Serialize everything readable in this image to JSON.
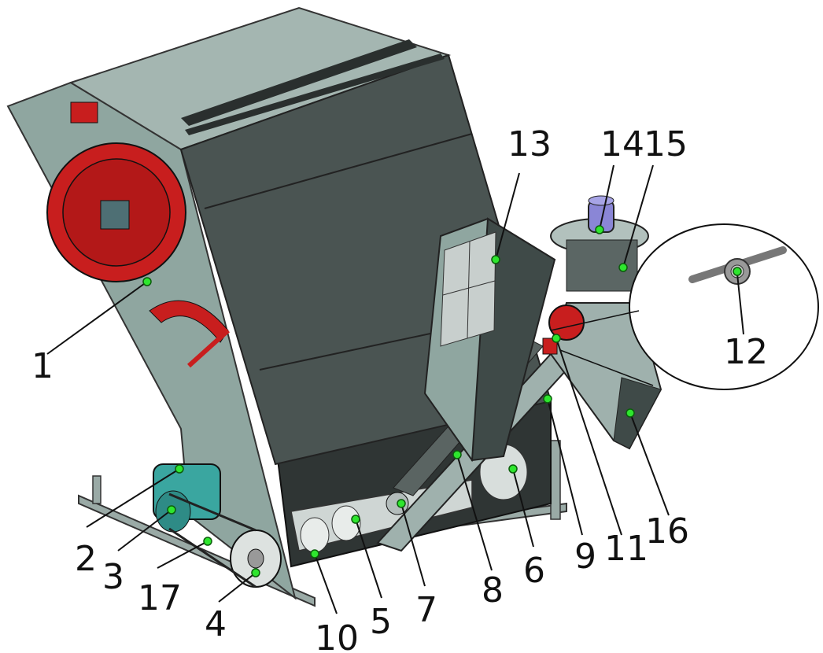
{
  "callouts": [
    {
      "id": "1",
      "label": "1"
    },
    {
      "id": "2",
      "label": "2"
    },
    {
      "id": "3",
      "label": "3"
    },
    {
      "id": "4",
      "label": "4"
    },
    {
      "id": "5",
      "label": "5"
    },
    {
      "id": "6",
      "label": "6"
    },
    {
      "id": "7",
      "label": "7"
    },
    {
      "id": "8",
      "label": "8"
    },
    {
      "id": "9",
      "label": "9"
    },
    {
      "id": "10",
      "label": "10"
    },
    {
      "id": "11",
      "label": "11"
    },
    {
      "id": "12",
      "label": "12"
    },
    {
      "id": "13",
      "label": "13"
    },
    {
      "id": "14",
      "label": "14"
    },
    {
      "id": "15",
      "label": "15"
    },
    {
      "id": "16",
      "label": "16"
    },
    {
      "id": "17",
      "label": "17"
    }
  ],
  "colors": {
    "body_panel": "#8fa6a0",
    "dark_panel": "#3f4a48",
    "accent_red": "#c81e1e",
    "motor_teal": "#3aa6a0",
    "gearbox_blue": "#8a86d6",
    "marker_green": "#2ee62e"
  }
}
